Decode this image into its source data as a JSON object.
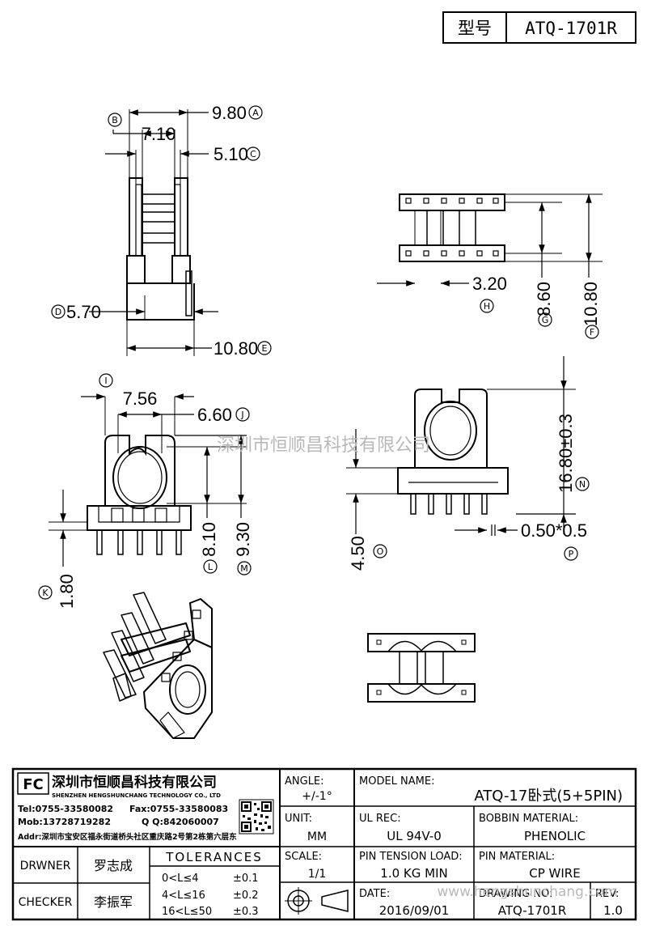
{
  "header": {
    "model_label": "型号",
    "model_value": "ATQ-1701R"
  },
  "dimensions": {
    "A": {
      "value": "9.80",
      "letter": "A"
    },
    "B": {
      "value": "7.10",
      "letter": "B"
    },
    "C": {
      "value": "5.10",
      "letter": "C"
    },
    "D": {
      "value": "5.70",
      "letter": "D"
    },
    "E": {
      "value": "10.80",
      "letter": "E"
    },
    "F": {
      "value": "10.80",
      "letter": "F"
    },
    "G": {
      "value": "8.60",
      "letter": "G"
    },
    "H": {
      "value": "3.20",
      "letter": "H"
    },
    "I": {
      "value": "7.56",
      "letter": "I"
    },
    "J": {
      "value": "6.60",
      "letter": "J"
    },
    "K": {
      "value": "1.80",
      "letter": "K"
    },
    "L": {
      "value": "8.10",
      "letter": "L"
    },
    "M": {
      "value": "9.30",
      "letter": "M"
    },
    "N": {
      "value": "16.80±0.3",
      "letter": "N"
    },
    "O": {
      "value": "4.50",
      "letter": "O"
    },
    "P": {
      "value": "0.50*0.5",
      "letter": "P"
    }
  },
  "watermarks": {
    "company": "深圳市恒顺昌科技有限公司",
    "url": "www.hengshunchang.com"
  },
  "company": {
    "logo_letters": "FC",
    "name_cn": "深圳市恒顺昌科技有限公司",
    "name_en": "SHENZHEN HENGSHUNCHANG TECHNOLOGY CO., LTD",
    "tel": "Tel:0755-33580082",
    "fax": "Fax:0755-33580083",
    "mob": "Mob:13728719282",
    "qq": "Q Q:842060007",
    "addr": "Addr:深圳市宝安区福永街道桥头社区重庆路2号第2栋第六层东"
  },
  "title_block": {
    "angle_label": "ANGLE:",
    "angle_value": "+/-1°",
    "unit_label": "UNIT:",
    "unit_value": "MM",
    "scale_label": "SCALE:",
    "scale_value": "1/1",
    "model_name_label": "MODEL NAME:",
    "model_name_value": "ATQ-17卧式(5+5PIN)",
    "ul_rec_label": "UL REC:",
    "ul_rec_value": "UL 94V-0",
    "bobbin_material_label": "BOBBIN MATERIAL:",
    "bobbin_material_value": "PHENOLIC",
    "pin_tension_label": "PIN TENSION LOAD:",
    "pin_tension_value": "1.0 KG MIN",
    "pin_material_label": "PIN MATERIAL:",
    "pin_material_value": "CP WIRE",
    "date_label": "DATE:",
    "date_value": "2016/09/01",
    "drawing_no_label": "DRAWING NO:",
    "drawing_no_value": "ATQ-1701R",
    "rev_label": "REV:",
    "rev_value": "1.0",
    "drwner_label": "DRWNER",
    "drwner_value": "罗志成",
    "checker_label": "CHECKER",
    "checker_value": "李振军",
    "tolerances_label": "TOLERANCES",
    "tolerances": [
      {
        "range": "0<L≤4",
        "tol": "±0.1"
      },
      {
        "range": "4<L≤16",
        "tol": "±0.2"
      },
      {
        "range": "16<L≤50",
        "tol": "±0.3"
      }
    ]
  }
}
